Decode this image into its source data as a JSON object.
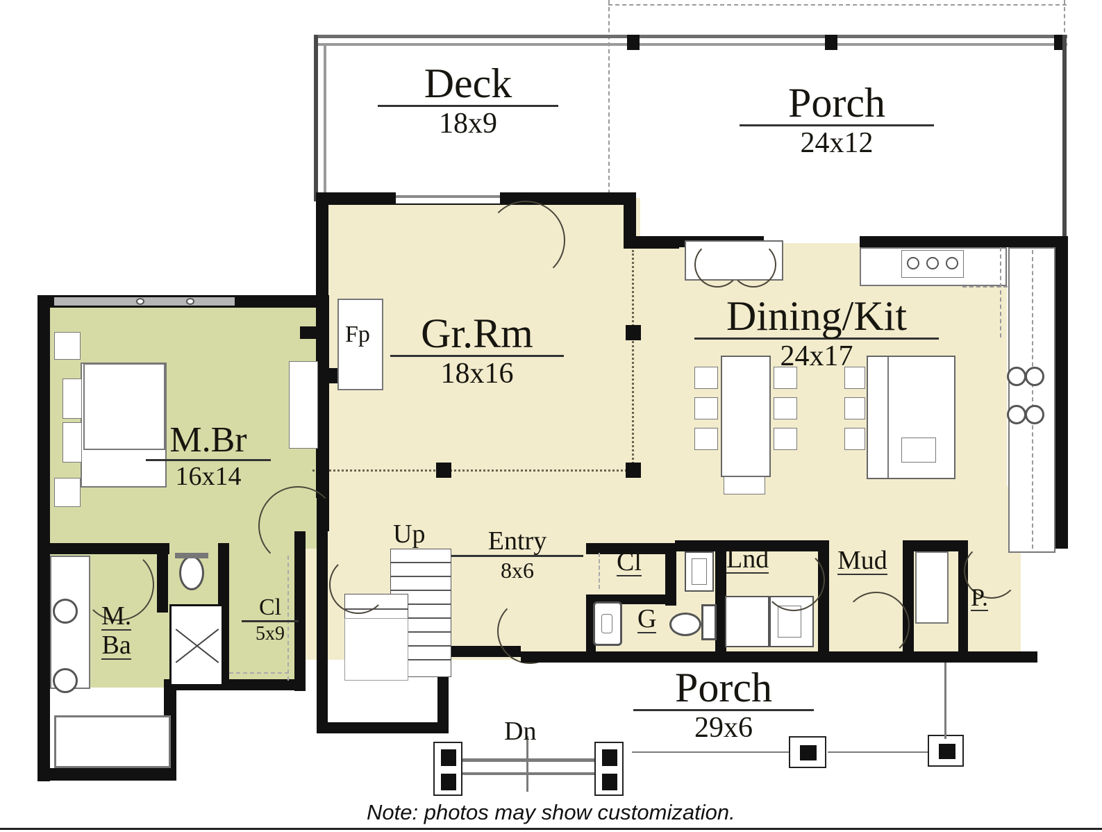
{
  "plan": {
    "title_note": "Note: photos may show customization.",
    "rooms": [
      {
        "id": "deck",
        "name": "Deck",
        "dims": "18x9"
      },
      {
        "id": "porch_top",
        "name": "Porch",
        "dims": "24x12"
      },
      {
        "id": "grrm",
        "name": "Gr.Rm",
        "dims": "18x16"
      },
      {
        "id": "dinkit",
        "name": "Dining/Kit",
        "dims": "24x17"
      },
      {
        "id": "mbr",
        "name": "M.Br",
        "dims": "16x14"
      },
      {
        "id": "closet",
        "name": "Cl",
        "dims": "5x9"
      },
      {
        "id": "entry",
        "name": "Entry",
        "dims": "8x6"
      },
      {
        "id": "porch_bot",
        "name": "Porch",
        "dims": "29x6"
      }
    ],
    "small_labels": [
      {
        "id": "fp",
        "text": "Fp"
      },
      {
        "id": "mba",
        "text1": "M.",
        "text2": "Ba"
      },
      {
        "id": "up",
        "text": "Up"
      },
      {
        "id": "dn",
        "text": "Dn"
      },
      {
        "id": "cl2",
        "text": "Cl"
      },
      {
        "id": "g",
        "text": "G"
      },
      {
        "id": "lnd",
        "text": "Lnd"
      },
      {
        "id": "mud",
        "text": "Mud"
      },
      {
        "id": "pantry",
        "text": "P."
      }
    ],
    "colors": {
      "wall": "#111111",
      "living_fill": "#f2eccd",
      "master_fill": "#d6dba6",
      "white": "#ffffff",
      "rail": "#7b7b7b",
      "beam_dot": "#6b6450"
    }
  }
}
